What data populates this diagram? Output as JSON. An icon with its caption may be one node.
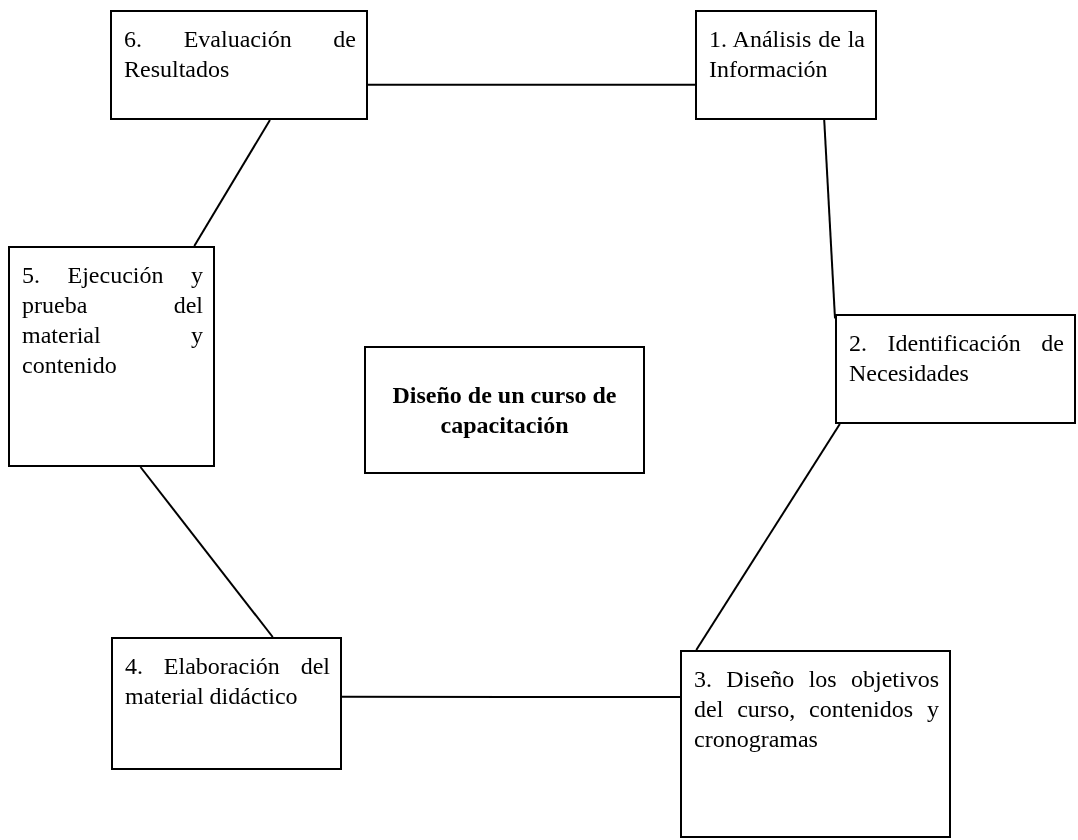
{
  "diagram": {
    "nodes": [
      {
        "text": [
          "1. Análisis de la Información"
        ]
      },
      {
        "text": [
          "2. Identificación de Necesidades"
        ]
      },
      {
        "text": [
          "3. Diseño los objetivos del curso, contenidos y cronogramas"
        ]
      },
      {
        "text": [
          "4. Elaboración del material didáctico"
        ]
      },
      {
        "text": [
          "5. Ejecución y prueba del material y contenido"
        ]
      },
      {
        "text": [
          "6. Evaluación de Resultados"
        ]
      },
      {
        "text": [
          "Diseño de un curso de capacitación"
        ]
      }
    ],
    "edges": [
      {
        "from": 0,
        "to": 1,
        "arrow": "none"
      },
      {
        "from": 1,
        "to": 2,
        "arrow": "none"
      },
      {
        "from": 2,
        "to": 3,
        "arrow": "none"
      },
      {
        "from": 3,
        "to": 4,
        "arrow": "none"
      },
      {
        "from": 4,
        "to": 5,
        "arrow": "none"
      },
      {
        "from": 5,
        "to": 0,
        "arrow": "none"
      }
    ]
  }
}
